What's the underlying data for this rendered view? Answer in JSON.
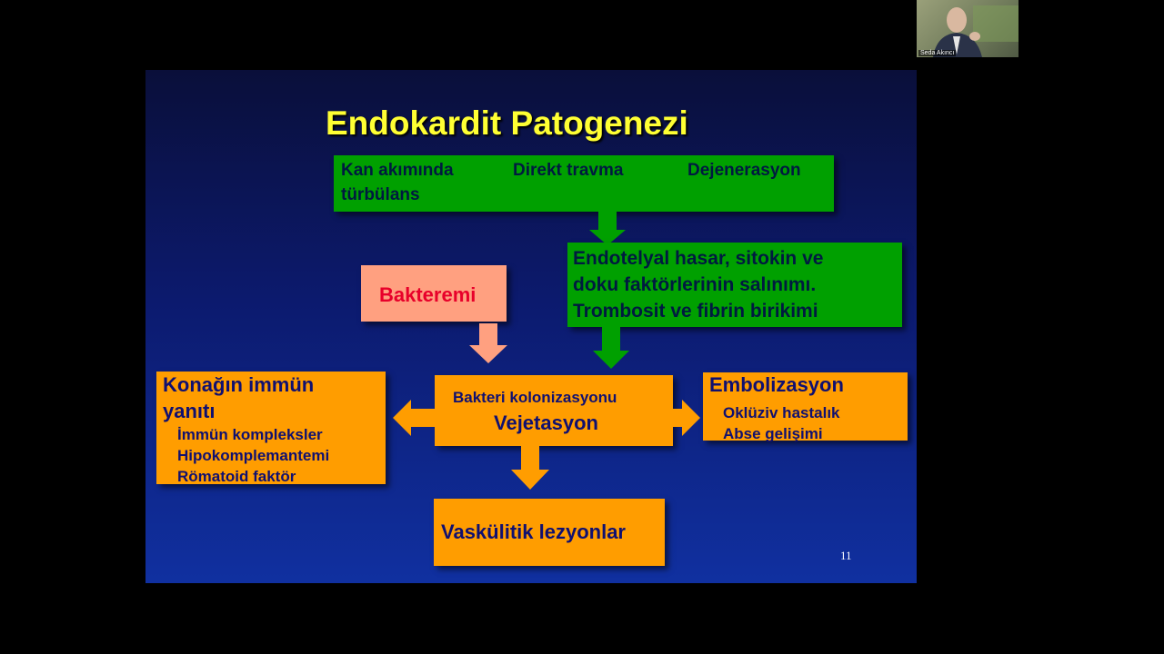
{
  "slide": {
    "title": "Endokardit Patogenezi",
    "slide_number": "11",
    "top_box": {
      "item1_line1": "Kan akımında",
      "item1_line2": "türbülans",
      "item2": "Direkt travma",
      "item3": "Dejenerasyon"
    },
    "endothelial_box": {
      "line1": "Endotelyal hasar, sitokin ve",
      "line2": "doku faktörlerinin salınımı.",
      "line3": "Trombosit ve fibrin birikimi"
    },
    "bacteremia_box": {
      "label": "Bakteremi"
    },
    "center_box": {
      "line1": "Bakteri kolonizasyonu",
      "line2": "Vejetasyon"
    },
    "immune_box": {
      "heading_line1": "Konağın immün",
      "heading_line2": "yanıtı",
      "items": [
        "İmmün kompleksler",
        "Hipokomplemantemi",
        "Römatoid faktör"
      ]
    },
    "embolization_box": {
      "heading": "Embolizasyon",
      "items": [
        "Oklüziv hastalık",
        "Abse gelişimi"
      ]
    },
    "vasculitic_box": {
      "label": "Vaskülitik lezyonlar"
    }
  },
  "webcam": {
    "participant_name": "Seda Akıncı"
  },
  "colors": {
    "title": "#ffff33",
    "green_box": "#00a000",
    "orange_box": "#ff9d00",
    "pink_box": "#ffa080",
    "bacteremia_text": "#e8002a",
    "orange_text": "#101070",
    "background_top": "#0a0f3a",
    "background_bottom": "#1030a0"
  }
}
